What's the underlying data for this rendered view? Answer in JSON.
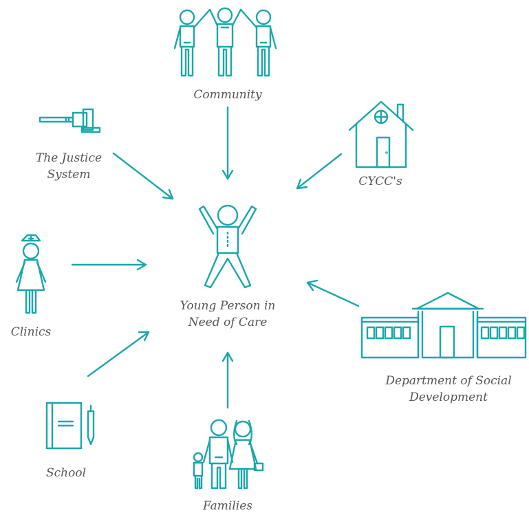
{
  "center": {
    "line1": "Young Person in",
    "line2": "Need of Care"
  },
  "nodes": {
    "community": {
      "label": "Community"
    },
    "justice": {
      "line1": "The Justice",
      "line2": "System"
    },
    "cycc": {
      "label": "CYCC's"
    },
    "clinics": {
      "label": "Clinics"
    },
    "school": {
      "label": "School"
    },
    "families": {
      "label": "Families"
    },
    "dsd": {
      "line1": "Department of Social",
      "line2": "Development"
    }
  },
  "colors": {
    "accent": "#1aa6ac",
    "text": "#555555"
  }
}
